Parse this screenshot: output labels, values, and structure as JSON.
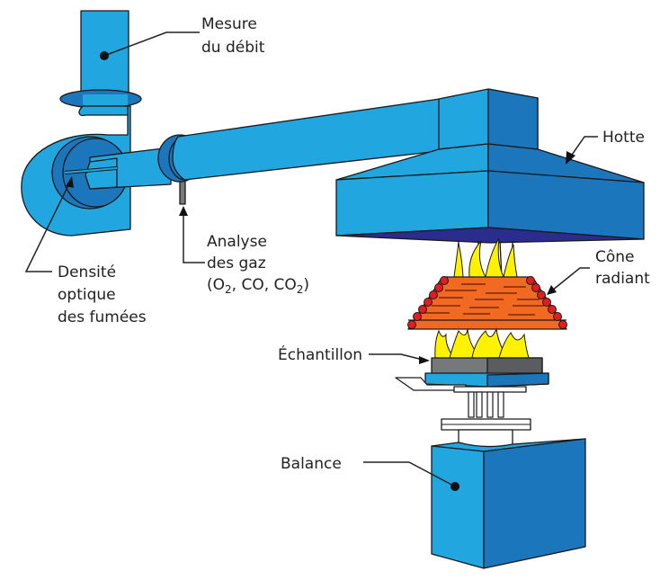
{
  "title": "Cône calorimètre — schéma de principe",
  "colors": {
    "light_blue": "#22a6e0",
    "dark_blue": "#1b76bb",
    "hood_bottom": "#2b2d8e",
    "cone_orange": "#f26a22",
    "heater_red": "#e11d22",
    "flame_yellow": "#fff200",
    "sample_grey": "#5b5c5f",
    "outline": "#1a1a1a"
  },
  "labels": {
    "flow": {
      "line1": "Mesure",
      "line2": "du débit"
    },
    "hood": {
      "line1": "Hotte"
    },
    "gas": {
      "line1": "Analyse",
      "line2": "des gaz",
      "line3_prefix": "(O",
      "sub1": "2",
      "line3_mid": ", CO, CO",
      "sub2": "2",
      "line3_suffix": ")"
    },
    "smoke": {
      "line1": "Densité",
      "line2": "optique",
      "line3": "des fumées"
    },
    "cone": {
      "line1": "Cône",
      "line2": "radiant"
    },
    "sample": {
      "line1": "Échantillon"
    },
    "balance": {
      "line1": "Balance"
    }
  }
}
